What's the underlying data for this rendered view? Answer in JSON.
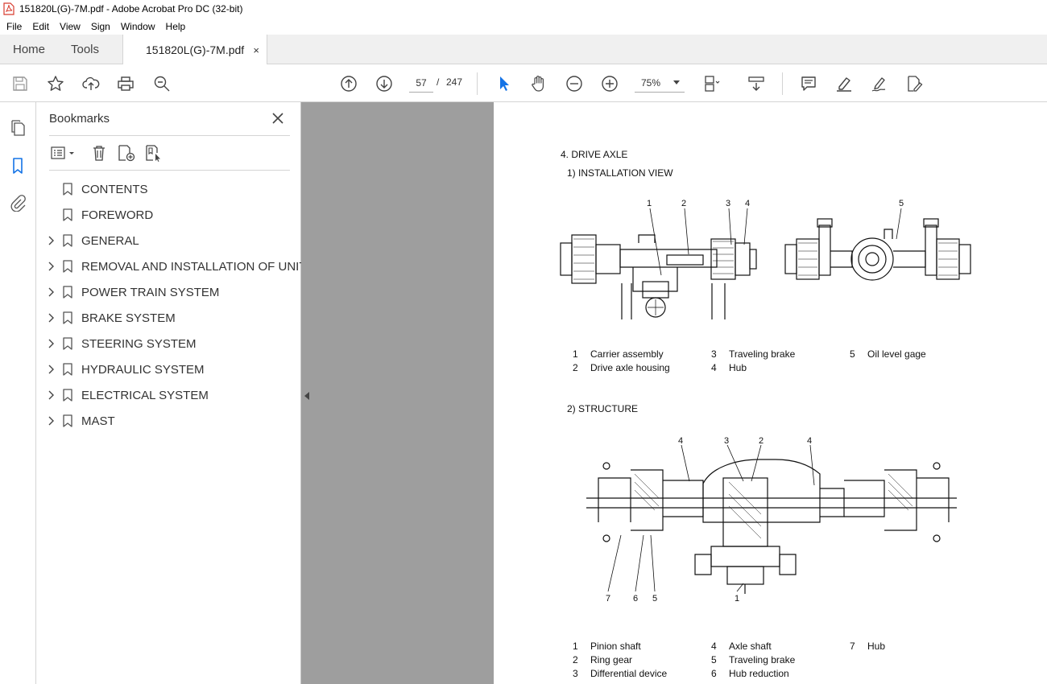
{
  "window": {
    "title": "151820L(G)-7M.pdf - Adobe Acrobat Pro DC (32-bit)"
  },
  "menu": [
    "File",
    "Edit",
    "View",
    "Sign",
    "Window",
    "Help"
  ],
  "tabs": {
    "home": "Home",
    "tools": "Tools",
    "document": "151820L(G)-7M.pdf",
    "close": "×"
  },
  "toolbar": {
    "page_current": "57",
    "page_sep": "/",
    "page_total": "247",
    "zoom": "75%"
  },
  "bookmarks": {
    "title": "Bookmarks",
    "items": [
      {
        "label": "CONTENTS",
        "expandable": false
      },
      {
        "label": "FOREWORD",
        "expandable": false
      },
      {
        "label": "GENERAL",
        "expandable": true
      },
      {
        "label": "REMOVAL AND INSTALLATION OF UNIT",
        "expandable": true
      },
      {
        "label": "POWER TRAIN SYSTEM",
        "expandable": true
      },
      {
        "label": "BRAKE SYSTEM",
        "expandable": true
      },
      {
        "label": "STEERING SYSTEM",
        "expandable": true
      },
      {
        "label": "HYDRAULIC SYSTEM",
        "expandable": true
      },
      {
        "label": "ELECTRICAL SYSTEM",
        "expandable": true
      },
      {
        "label": "MAST",
        "expandable": true
      }
    ]
  },
  "page": {
    "heading": "4. DRIVE AXLE",
    "section1": "1) INSTALLATION VIEW",
    "section2": "2) STRUCTURE",
    "fig1_callouts": [
      "1",
      "2",
      "3",
      "4",
      "5"
    ],
    "fig2_callouts": [
      "4",
      "3",
      "2",
      "4",
      "7",
      "6",
      "5",
      "1"
    ],
    "legend1": [
      {
        "n": "1",
        "text": "Carrier assembly"
      },
      {
        "n": "2",
        "text": "Drive axle housing"
      },
      {
        "n": "3",
        "text": "Traveling brake"
      },
      {
        "n": "4",
        "text": "Hub"
      },
      {
        "n": "5",
        "text": "Oil level gage"
      }
    ],
    "legend2": [
      {
        "n": "1",
        "text": "Pinion shaft"
      },
      {
        "n": "2",
        "text": "Ring gear"
      },
      {
        "n": "3",
        "text": "Differential device"
      },
      {
        "n": "4",
        "text": "Axle shaft"
      },
      {
        "n": "5",
        "text": "Traveling brake"
      },
      {
        "n": "6",
        "text": "Hub reduction"
      },
      {
        "n": "7",
        "text": "Hub"
      }
    ]
  },
  "colors": {
    "accent": "#1473e6",
    "pdf_red": "#d83b2e",
    "canvas": "#9e9e9e"
  }
}
